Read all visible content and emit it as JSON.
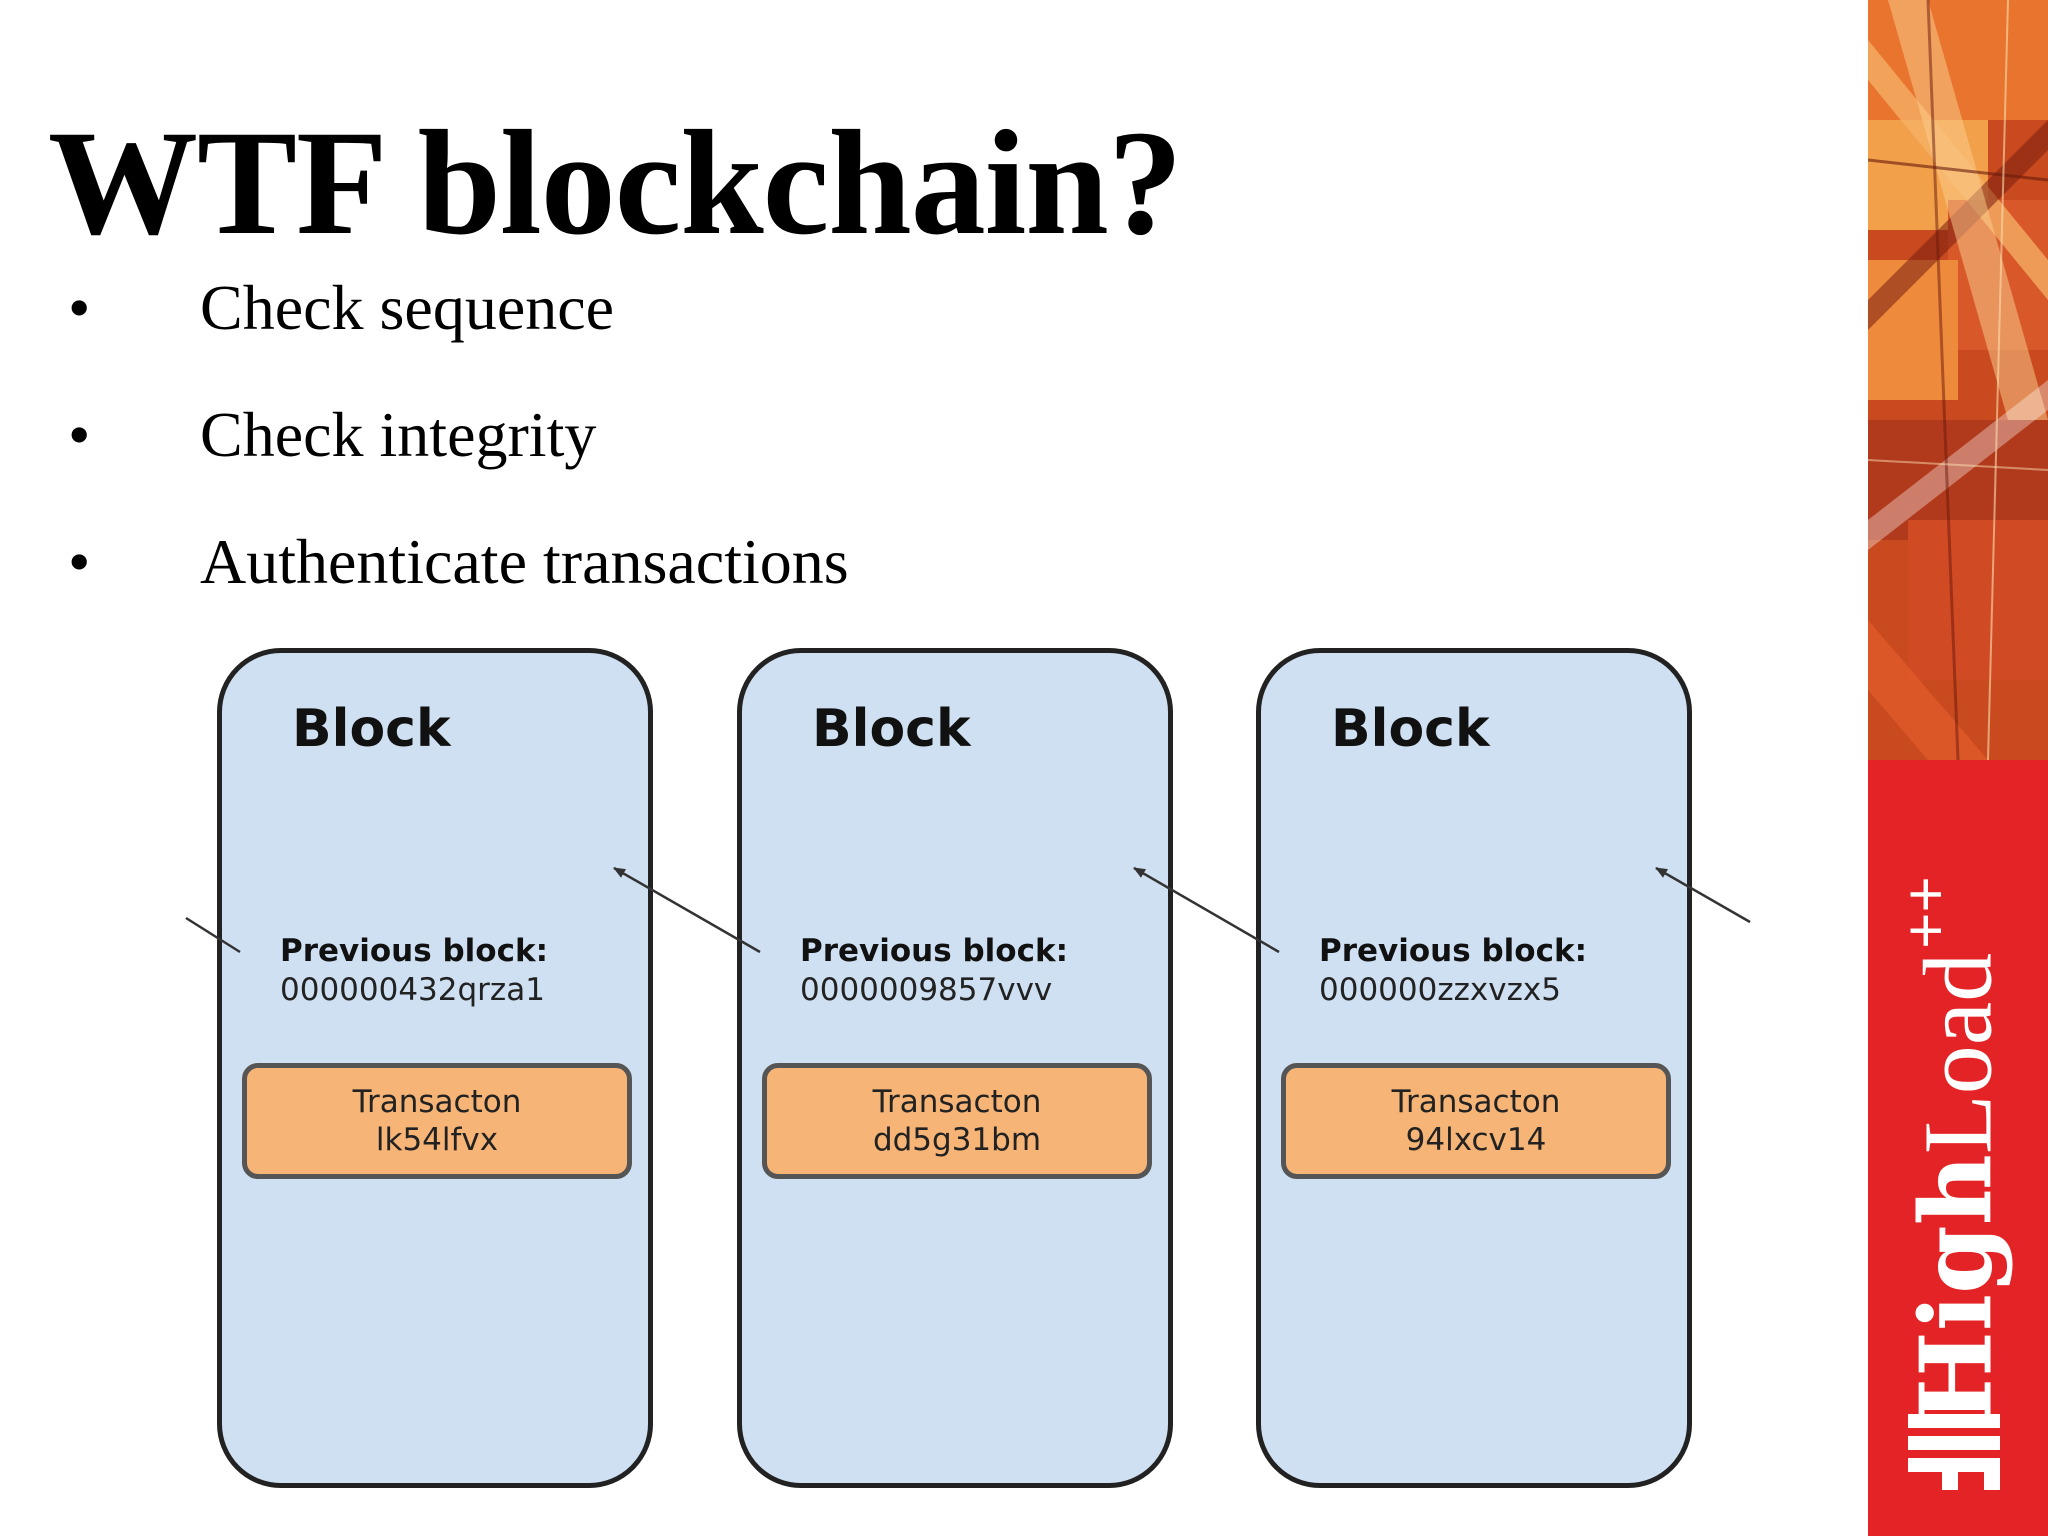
{
  "title": "WTF blockchain?",
  "bullets": [
    {
      "marker": "•",
      "text": "Check sequence"
    },
    {
      "marker": "•",
      "text": "Check integrity"
    },
    {
      "marker": "•",
      "text": "Authenticate transactions"
    }
  ],
  "blocks": [
    {
      "title": "Block",
      "prev_label": "Previous block:",
      "prev_hash": "000000432qrza1",
      "tx_label": "Transacton",
      "tx_id": "lk54lfvx"
    },
    {
      "title": "Block",
      "prev_label": "Previous block:",
      "prev_hash": "0000009857vvv",
      "tx_label": "Transacton",
      "tx_id": "dd5g31bm"
    },
    {
      "title": "Block",
      "prev_label": "Previous block:",
      "prev_hash": "000000zzxvzx5",
      "tx_label": "Transacton",
      "tx_id": "94lxcv14"
    }
  ],
  "brand": {
    "bold": "High",
    "light": "Load",
    "sup": "++",
    "accent": "#e42326"
  },
  "colors": {
    "block_fill": "#cfe0f2",
    "transaction_fill": "#f6b477",
    "outline": "#222222"
  }
}
